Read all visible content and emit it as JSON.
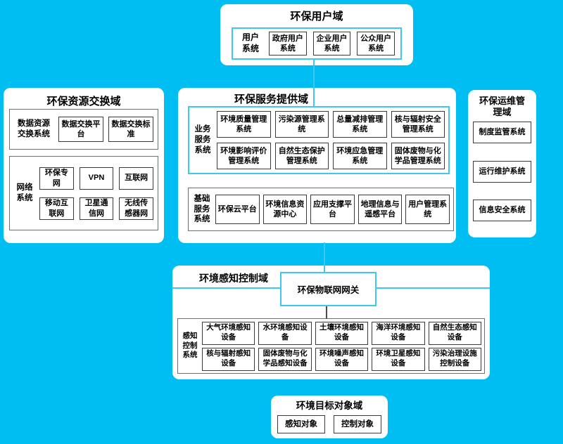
{
  "colors": {
    "background": "#00bef2",
    "accent_line": "#3cc8f2",
    "item_border": "#3a3a3a",
    "section_border": "#6e6e6e"
  },
  "domains": {
    "user": {
      "title": "环保用户域",
      "group_label": "用户系统",
      "items": [
        "政府用户系统",
        "企业用户系统",
        "公众用户系统"
      ]
    },
    "exchange": {
      "title": "环保资源交换域",
      "data_section": {
        "label": "数据资源交换系统",
        "items": [
          "数据交换平台",
          "数据交换标准"
        ]
      },
      "network_section": {
        "label": "网络系统",
        "items": [
          "环保专网",
          "VPN",
          "互联网",
          "移动互联网",
          "卫星通信网",
          "无线传感器网"
        ]
      }
    },
    "service": {
      "title": "环保服务提供域",
      "business": {
        "label": "业务服务系统",
        "items": [
          "环境质量管理系统",
          "污染源管理系统",
          "总量减排管理系统",
          "核与辐射安全管理系统",
          "环境影响评价管理系统",
          "自然生态保护管理系统",
          "环境应急管理系统",
          "固体废物与化学品管理系统"
        ]
      },
      "base": {
        "label": "基础服务系统",
        "items": [
          "环保云平台",
          "环境信息资源中心",
          "应用支撑平台",
          "地理信息与遥感平台",
          "用户管理系统"
        ]
      }
    },
    "ops": {
      "title": "环保运维管理域",
      "items": [
        "制度监管系统",
        "运行维护系统",
        "信息安全系统"
      ]
    },
    "sensing": {
      "title": "环境感知控制域",
      "gateway_label": "环保物联网网关",
      "group_label": "感知控制系统",
      "items": [
        "大气环境感知设备",
        "水环境感知设备",
        "土壤环境感知设备",
        "海洋环境感知设备",
        "自然生态感知设备",
        "核与辐射感知设备",
        "固体废物与化学品感知设备",
        "环境噪声感知设备",
        "环境卫星感知设备",
        "污染治理设施控制设备"
      ]
    },
    "target": {
      "title": "环境目标对象域",
      "items": [
        "感知对象",
        "控制对象"
      ]
    }
  }
}
